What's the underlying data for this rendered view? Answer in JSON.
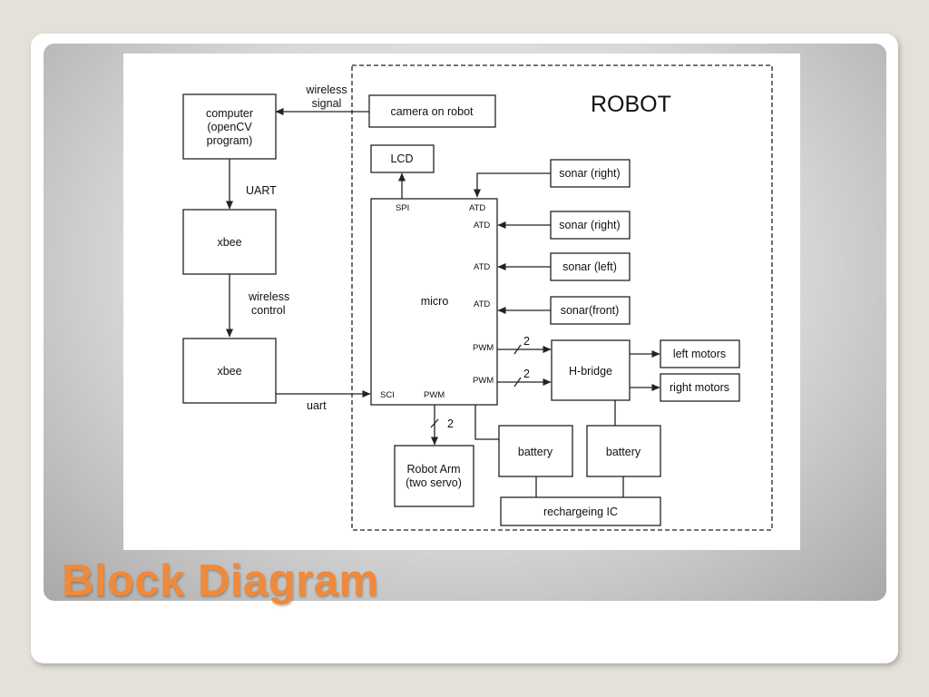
{
  "slide": {
    "title": "Block Diagram",
    "accent_color": "#ef8a3c"
  },
  "diagram": {
    "robot_label": "ROBOT",
    "blocks": {
      "computer": [
        "computer",
        "(openCV",
        "program)"
      ],
      "camera": "camera on robot",
      "xbee_top": "xbee",
      "xbee_bottom": "xbee",
      "lcd": "LCD",
      "micro": "micro",
      "sonar_1": "sonar (right)",
      "sonar_2": "sonar (right)",
      "sonar_3": "sonar (left)",
      "sonar_4": "sonar(front)",
      "hbridge": "H-bridge",
      "left_motors": "left motors",
      "right_motors": "right motors",
      "robot_arm": [
        "Robot Arm",
        "(two servo)"
      ],
      "battery_1": "battery",
      "battery_2": "battery",
      "recharge_ic": "rechargeing IC"
    },
    "ports": {
      "spi": "SPI",
      "atd_top": "ATD",
      "atd_1": "ATD",
      "atd_2": "ATD",
      "atd_3": "ATD",
      "pwm_1": "PWM",
      "pwm_2": "PWM",
      "sci": "SCI",
      "pwm_arm": "PWM"
    },
    "labels": {
      "wireless_signal": [
        "wireless",
        "signal"
      ],
      "uart_top": "UART",
      "wireless_control": [
        "wireless",
        "control"
      ],
      "uart_bottom": "uart",
      "bus_width_1": "2",
      "bus_width_2": "2",
      "bus_width_arm": "2"
    }
  }
}
